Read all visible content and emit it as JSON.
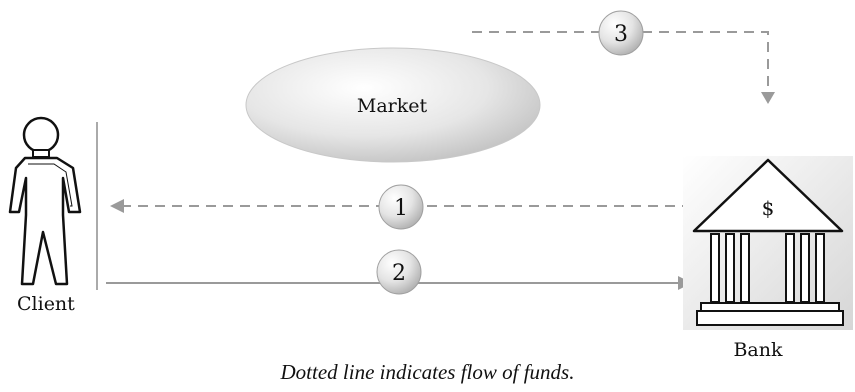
{
  "diagram": {
    "market_label": "Market",
    "client_label": "Client",
    "bank_label": "Bank",
    "bank_symbol": "$",
    "steps": [
      {
        "number": "1",
        "style": "dashed",
        "direction": "bank-to-client"
      },
      {
        "number": "2",
        "style": "solid",
        "direction": "client-to-bank"
      },
      {
        "number": "3",
        "style": "dashed",
        "direction": "market-to-bank"
      }
    ],
    "caption": "Dotted line indicates flow of funds."
  },
  "colors": {
    "arrow": "#9a9a9a",
    "bubble_light": "#ffffff",
    "bubble_dark": "#bdbdbd"
  }
}
